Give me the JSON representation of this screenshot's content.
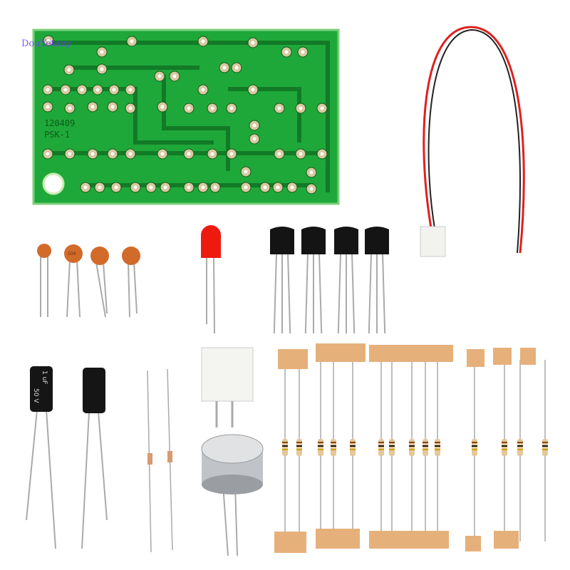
{
  "watermark": "DouYetany",
  "pcb": {
    "line1": "120409",
    "line2": "PSK-1",
    "color": "#1fa83a"
  },
  "ceramic_capacitor_label": "104",
  "electrolytic_capacitor": {
    "label1": "1 uF",
    "label2": "50 V"
  },
  "components": [
    "pcb",
    "battery-lead-wire",
    "ceramic-capacitors",
    "red-led",
    "transistors",
    "jst-connector",
    "electrolytic-capacitors",
    "diodes",
    "microphone",
    "resistors"
  ]
}
